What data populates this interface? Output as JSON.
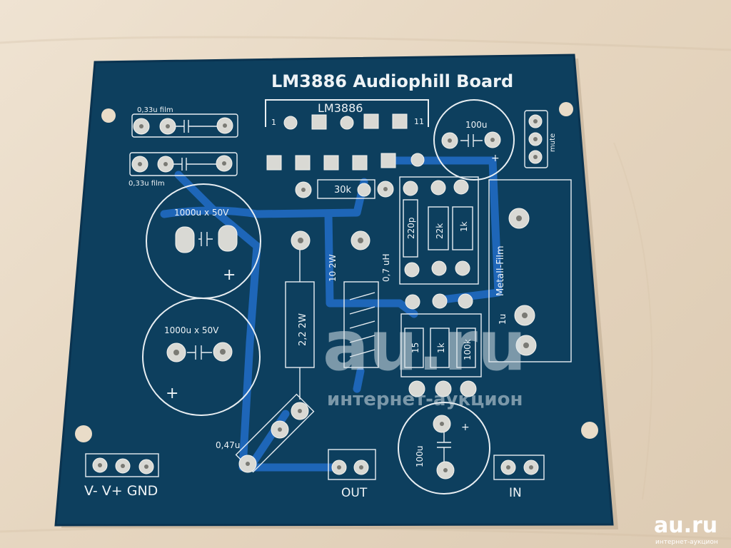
{
  "board": {
    "title": "LM3886 Audiophill Board",
    "chip_label": "LM3886",
    "pin_first": "1",
    "pin_last": "11"
  },
  "labels": {
    "cap_film_top": "0,33u film",
    "cap_film_bottom": "0,33u film",
    "cap_elec_1": "1000u x 50V",
    "cap_elec_2": "1000u x 50V",
    "plus": "+",
    "cap_100u_top": "100u",
    "mute": "mute",
    "res_30k": "30k",
    "cap_220p": "220p",
    "res_22k": "22k",
    "res_1k_top": "1k",
    "res_10_2w": "10 2W",
    "ind_07uh": "0,7 uH",
    "res_22_2w": "2,2 2W",
    "metal_film": "Metall-Film",
    "cap_1u": "1u",
    "res_15": "15",
    "res_1k_bottom": "1k",
    "res_100k": "100k",
    "cap_047u": "0,47u",
    "cap_100u_bottom": "100u",
    "power_label": "V- V+ GND",
    "out_label": "OUT",
    "in_label": "IN"
  },
  "watermark": {
    "logo": "au.ru",
    "tagline": "интернет-аукцион",
    "corner_logo": "au.ru",
    "corner_tagline": "интернет-аукцион"
  }
}
